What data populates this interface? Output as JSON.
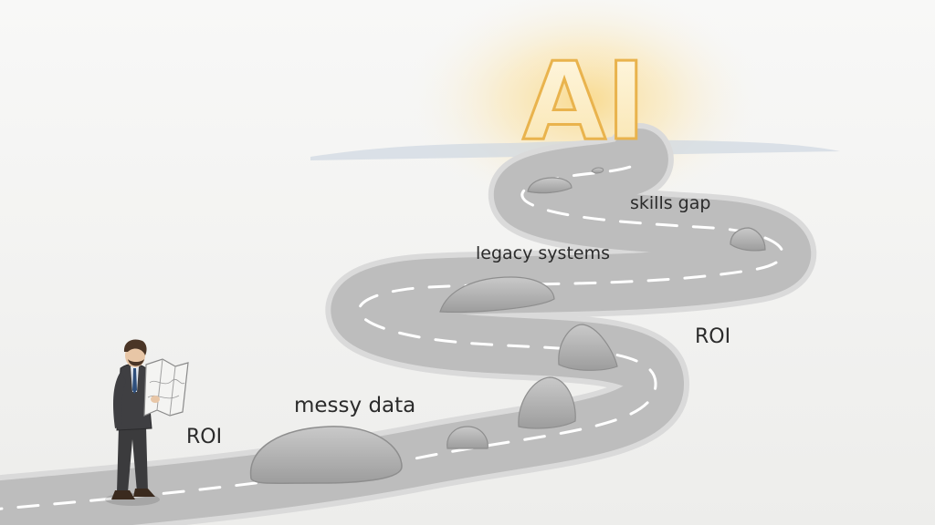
{
  "illustration": {
    "goal_text": "AI",
    "obstacle_labels": {
      "skills_gap": "skills gap",
      "legacy_systems": "legacy systems",
      "roi_right": "ROI",
      "messy_data": "messy data",
      "roi_left": "ROI"
    }
  },
  "colors": {
    "background": "#f6f6f5",
    "road": "#bcbcbc",
    "road_edge": "#d9d9d9",
    "lane_marking": "#ffffff",
    "rock": "#b3b3b3",
    "glow": "#f7d27a",
    "ai_fill": "#fbf1d2",
    "ai_stroke": "#e8b04a",
    "suit": "#3b3b3d",
    "label_text": "#2b2b2b"
  }
}
